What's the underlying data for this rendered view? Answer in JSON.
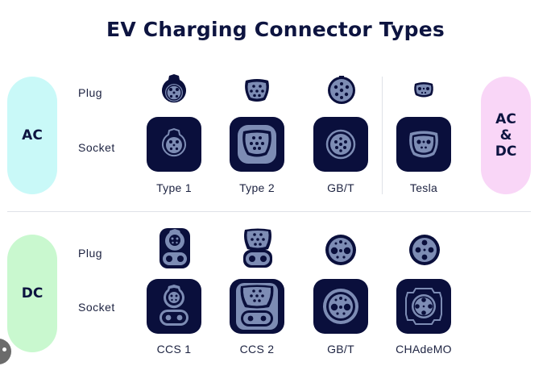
{
  "title": "EV Charging Connector Types",
  "groups": {
    "ac": "AC",
    "dc": "DC",
    "acdc": "AC\n&\nDC"
  },
  "row_labels": {
    "ac_plug": "Plug",
    "ac_socket": "Socket",
    "dc_plug": "Plug",
    "dc_socket": "Socket"
  },
  "ac_connectors": [
    "Type 1",
    "Type 2",
    "GB/T",
    "Tesla"
  ],
  "dc_connectors": [
    "CCS 1",
    "CCS 2",
    "GB/T",
    "CHAdeMO"
  ],
  "colors": {
    "ink": "#0d1440",
    "socket_dark": "#0a0f3c",
    "connector_fill": "#7d8cb4",
    "ac_pill": "#c9f9f8",
    "dc_pill": "#c9f8cf",
    "acdc_pill": "#f9d6f7"
  }
}
